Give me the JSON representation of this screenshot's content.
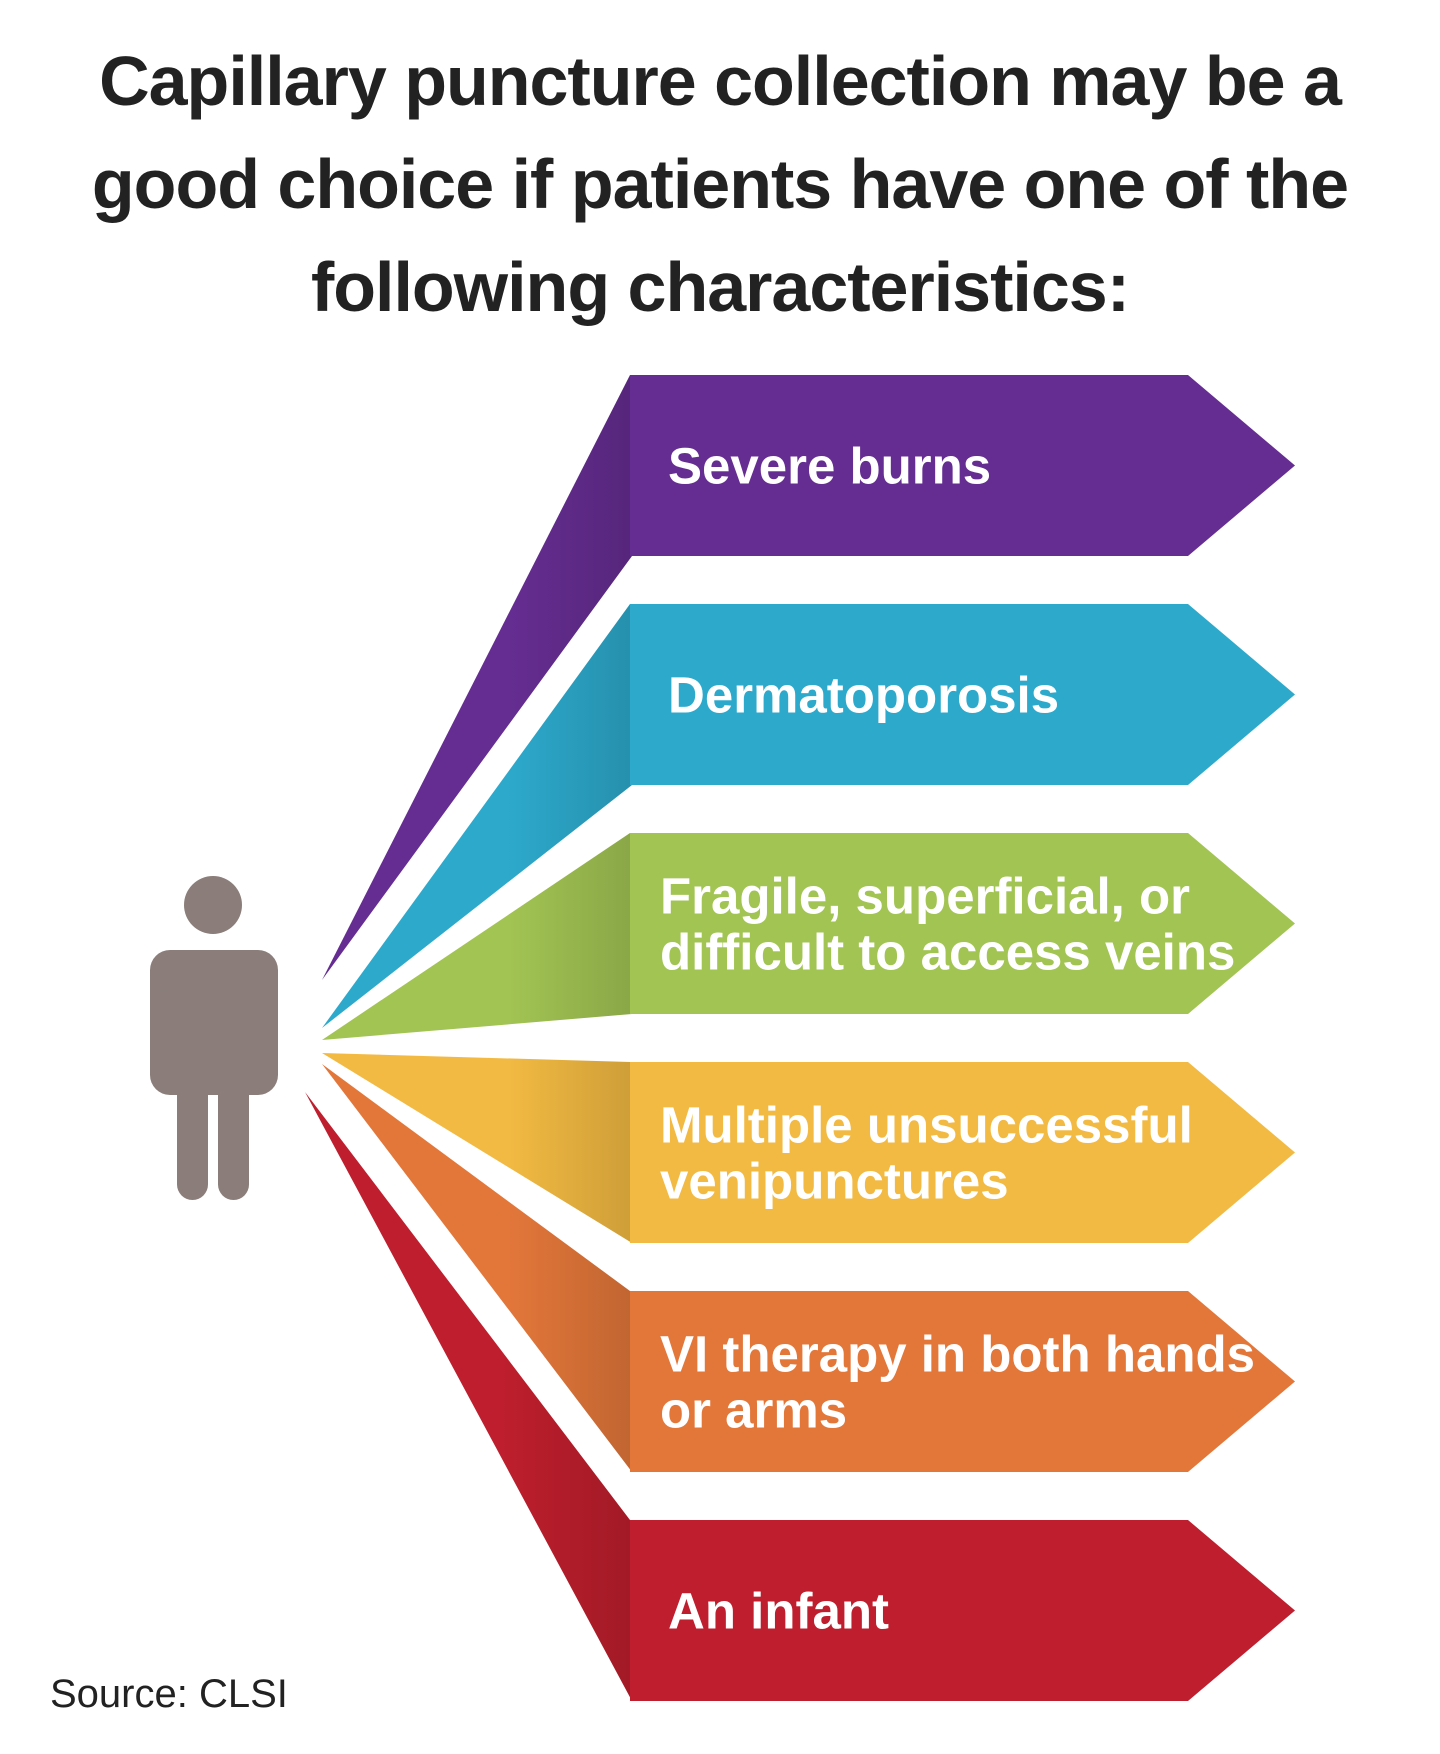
{
  "title": {
    "line1": "Capillary puncture collection may be a",
    "line2": "good choice if patients have one of the",
    "line3": "following characteristics:"
  },
  "icon": "person-icon",
  "items": [
    {
      "lines": [
        "Severe burns"
      ],
      "color": "#652D91",
      "icon": "arrow-banner"
    },
    {
      "lines": [
        "Dermatoporosis"
      ],
      "color": "#2DA9CC",
      "icon": "arrow-banner"
    },
    {
      "lines": [
        "Fragile, superficial, or",
        "difficult to access veins"
      ],
      "color": "#A2C453",
      "icon": "arrow-banner"
    },
    {
      "lines": [
        "Multiple unsuccessful",
        "venipunctures"
      ],
      "color": "#F2BA42",
      "icon": "arrow-banner"
    },
    {
      "lines": [
        "VI therapy in both hands",
        "or arms"
      ],
      "color": "#E3773A",
      "icon": "arrow-banner"
    },
    {
      "lines": [
        "An infant"
      ],
      "color": "#BE1E2D",
      "icon": "arrow-banner"
    }
  ],
  "person_color": "#8B7E7A",
  "source": "Source: CLSI"
}
